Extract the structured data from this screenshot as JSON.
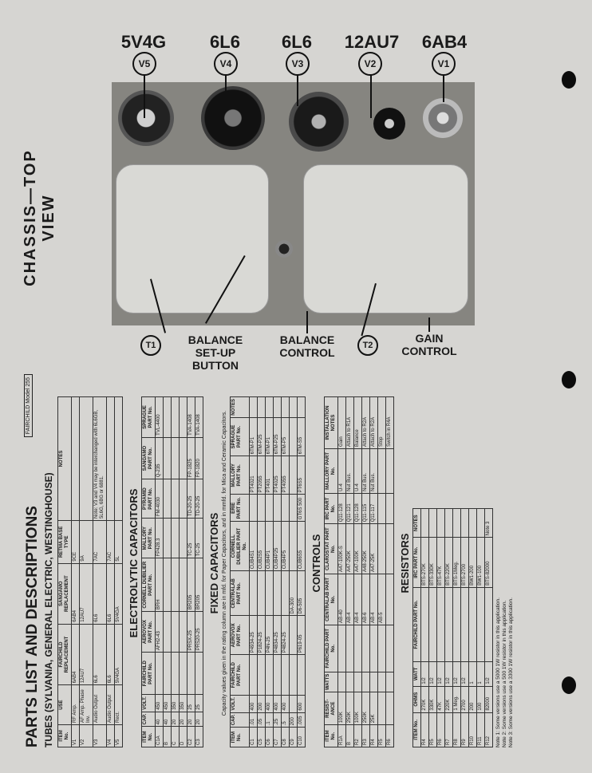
{
  "tubes": [
    {
      "type": "5V4G",
      "ref": "V5"
    },
    {
      "type": "6L6",
      "ref": "V4"
    },
    {
      "type": "6L6",
      "ref": "V3"
    },
    {
      "type": "12AU7",
      "ref": "V2"
    },
    {
      "type": "6AB4",
      "ref": "V1"
    }
  ],
  "chassis_title": "CHASSIS—TOP VIEW",
  "callouts": {
    "t1": "T1",
    "t2": "T2",
    "balance_setup": "BALANCE SET-UP BUTTON",
    "balance_control": "BALANCE CONTROL",
    "gain_control": "GAIN CONTROL"
  },
  "parts": {
    "title": "PARTS LIST AND DESCRIPTIONS",
    "model_label": "FAIRCHILD Model 255",
    "tubes_heading": "TUBES (SYLVANIA, GENERAL ELECTRIC, WESTINGHOUSE)",
    "tubes_headers": [
      "ITEM No.",
      "USE",
      "FAIRCHILD REPLACEMENT",
      "SANGAMO REPLACEMENT",
      "RETMA BASE TYPE",
      "NOTES"
    ],
    "tubes_rows": [
      [
        "V1",
        "RF Amp.",
        "6AB4",
        "6AB4",
        "9CE",
        ""
      ],
      [
        "V2",
        "AF Amp. Phase Inv.",
        "12AU7",
        "12AU7",
        "9A",
        ""
      ],
      [
        "V3",
        "Audio Output",
        "6L6",
        "6L6",
        "7AC",
        "Note: V3 and V4 may be interchanged with 6L6GB, 5L6G, 6BG or 6881."
      ],
      [
        "V4",
        "Audio Output",
        "6L6",
        "6L6",
        "7AC",
        ""
      ],
      [
        "V5",
        "Rect.",
        "5V4GA",
        "5V4GA",
        "5L",
        ""
      ]
    ],
    "elec_heading": "ELECTROLYTIC CAPACITORS",
    "elec_headers": [
      "ITEM No.",
      "CAP.",
      "VOLT.",
      "FAIRCHILD PART No.",
      "AEROVOX PART No.",
      "CORNELL DUBILIER PART No.",
      "MALLORY PART No.",
      "PYRAMID PART No.",
      "SANGAMO PART No.",
      "SPRAGUE PART No."
    ],
    "elec_rows": [
      [
        "C1A",
        "40",
        "450",
        "",
        "AFH2-43",
        "BRH",
        "FP428.3",
        "FM-4030",
        "Q-235",
        "TVL-4400"
      ],
      [
        "B",
        "40",
        "450",
        "",
        "",
        "",
        "",
        "",
        "",
        ""
      ],
      [
        "C",
        "20",
        "350",
        "",
        "",
        "",
        "",
        "",
        "",
        ""
      ],
      [
        "D",
        "20",
        "350",
        "",
        "",
        "",
        "",
        "",
        "",
        ""
      ],
      [
        "C2",
        "20",
        "25",
        "",
        "PRSX-25",
        "BR205",
        "TC-25",
        "TD-20-25",
        "FP-1825",
        "TVA-1408"
      ],
      [
        "C3",
        "20",
        "25",
        "",
        "PRS20-25",
        "BR205",
        "TC-25",
        "TD-20-25",
        "FP-1820",
        "TVA-1408"
      ]
    ],
    "fixed_heading": "FIXED CAPACITORS",
    "fixed_note": "Capacity values given in the rating column are in mfd. for Paper Capacitors, and in mmfd. for Mica and Ceramic Capacitors.",
    "fixed_headers": [
      "ITEM No.",
      "CAP.",
      "VOLT.",
      "FAIRCHILD PART No.",
      "AEROVOX PART No.",
      "CENTRALAB PART No.",
      "CORNELL DUBILIER PART No.",
      "ERIE PART No.",
      "MALLORY PART No.",
      "SPRAGUE PART No.",
      "NOTES"
    ],
    "fixed_rows": [
      [
        "C1",
        ".01",
        "400",
        "",
        "P4934-25",
        "",
        "CUB4S1",
        "",
        "PT4021",
        "6TM-P1",
        ""
      ],
      [
        "C5",
        ".05",
        "200",
        "",
        "P1824-25",
        "",
        "CUB2S5",
        "",
        "PT2055",
        "6TM-P25",
        ""
      ],
      [
        "C6",
        ".1",
        "400",
        "",
        "P4N-25",
        "",
        "CUB4P1",
        "",
        "PT401",
        "6TM-P1",
        ""
      ],
      [
        "C7",
        ".25",
        "400",
        "",
        "P4834-25",
        "",
        "CUB4P25",
        "",
        "PT4025",
        "6TM-P25",
        ""
      ],
      [
        "C8",
        ".5",
        "400",
        "",
        "P4824-25",
        "",
        "CUB4P5",
        "",
        "PT4055",
        "6TM-P5",
        ""
      ],
      [
        "C9",
        "200",
        "",
        "",
        "",
        "DA-300",
        "",
        "",
        "",
        "",
        ""
      ],
      [
        "C10",
        ".005",
        "600",
        "",
        "P619-05",
        "D6-505",
        "CUB6S5",
        "GT6S 500",
        "PT6S5",
        "6TM-S5",
        ""
      ]
    ],
    "controls_heading": "CONTROLS",
    "controls_headers": [
      "ITEM No.",
      "RESIST-ANCE",
      "WATTS",
      "FAIRCHILD PART No.",
      "CENTRALAB PART No.",
      "CLAROSTAT PART No.",
      "IRC PART No.",
      "MALLORY PART No.",
      "INSTALLATION NOTES"
    ],
    "controls_rows": [
      [
        "R1A",
        "100K",
        "",
        "",
        "AB-40",
        "A47-100K-S",
        "Q11-128",
        "U-4",
        "Gain"
      ],
      [
        "B",
        "250K",
        "",
        "",
        "AB-4",
        "A47-250K",
        "Q11-121",
        "Nut Bus.",
        "Attach to R1A"
      ],
      [
        "R2",
        "100K",
        "",
        "",
        "AB-4",
        "A47-100K",
        "Q11-128",
        "U-4",
        "Balance"
      ],
      [
        "R3",
        "250K",
        "",
        "",
        "AB-6",
        "A48-250K",
        "Q11-115",
        "Nut Bus.",
        "Attach to R2A"
      ],
      [
        "R4",
        "25K",
        "",
        "",
        "AB-4",
        "A47-25K",
        "Q11-117",
        "Nut Bus.",
        "Attach to R2A"
      ],
      [
        "R5",
        "",
        "",
        "",
        "AB-5",
        "",
        "",
        "",
        "Stop"
      ],
      [
        "R6",
        "",
        "",
        "",
        "",
        "",
        "",
        "",
        "Switch in R4A"
      ]
    ],
    "resistors_heading": "RESISTORS",
    "resistors_headers": [
      "ITEM No.",
      "OHMS",
      "WATT",
      "FAIRCHILD PART No.",
      "IRC PART No.",
      "NOTES"
    ],
    "resistors_rows": [
      [
        "R4",
        "270K",
        "1/2",
        "",
        "BTS-270K",
        ""
      ],
      [
        "R5",
        "330K",
        "1/2",
        "",
        "BTS-330K",
        ""
      ],
      [
        "R6",
        "47K",
        "1/2",
        "",
        "BTS-47K",
        ""
      ],
      [
        "R7",
        "220K",
        "1/2",
        "",
        "BTS-220K",
        ""
      ],
      [
        "R8",
        "1 Meg.",
        "1/2",
        "",
        "BTS-1Meg.",
        ""
      ],
      [
        "R9",
        "2700",
        "1/2",
        "",
        "BTS-2700",
        ""
      ],
      [
        "R10",
        "200",
        "1",
        "",
        "BW1-200",
        ""
      ],
      [
        "R11",
        "100",
        "1",
        "",
        "BW1-100",
        ""
      ],
      [
        "R12",
        "82000",
        "1/2",
        "",
        "BTS-82000",
        "Note 3"
      ]
    ],
    "notes": [
      "Note 1: Some versions use a 5000 1W resistor in this application.",
      "Note 2: Some versions use a 500 1W resistor in this application.",
      "Note 3: Some versions use a 3300 1W resistor in this application."
    ]
  }
}
